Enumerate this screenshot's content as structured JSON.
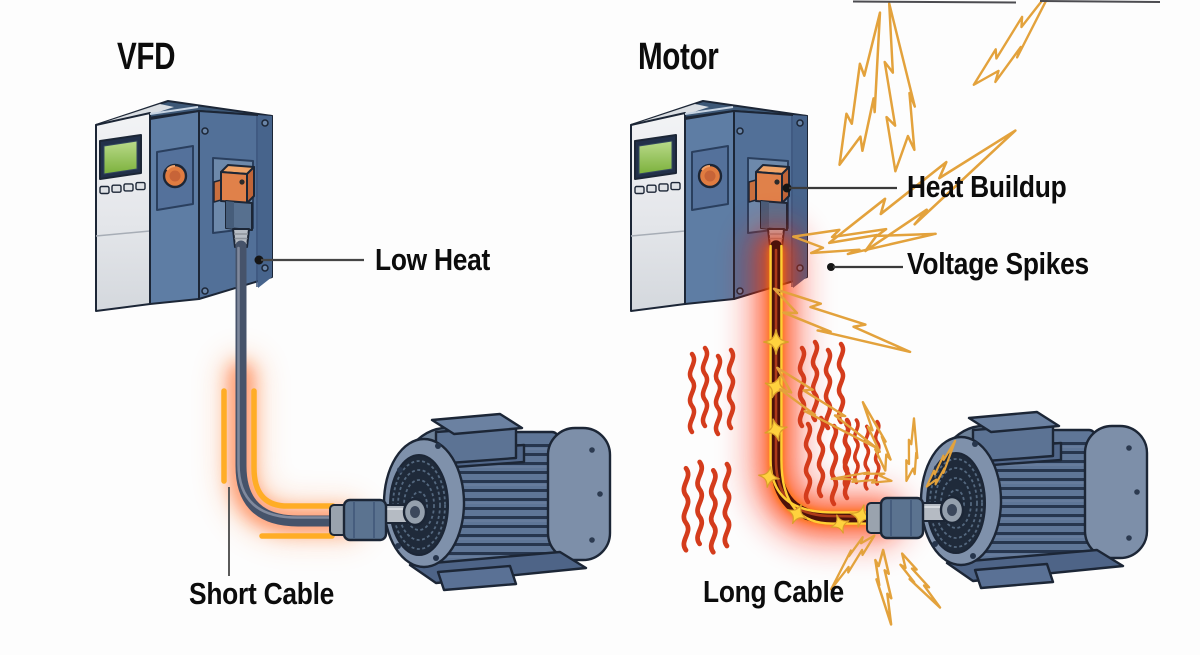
{
  "figure": {
    "background": "#fdfdfd",
    "left_panel": {
      "title": "VFD",
      "callout": "Low Heat",
      "cable_label": "Short Cable"
    },
    "right_panel": {
      "title": "Motor",
      "callouts": [
        "Heat Buildup",
        "Voltage Spikes"
      ],
      "cable_label": "Long Cable"
    },
    "colors": {
      "outline": "#1c2636",
      "device_front_panel": "#e9ebee",
      "device_blue": "#5e7da4",
      "device_side": "#527098",
      "device_top": "#3d5877",
      "screen_green": "#8fbf4a",
      "connector_orange": "#e0814a",
      "motor_body": "#5f7697",
      "cool_cable": "#46536a",
      "hot_cable_core": "#4d120a",
      "warm_glow_yellow": "#ffad26",
      "hot_glow_red": "#ff3c00",
      "lightning_bolt": "#e3a23c",
      "heat_wave_red": "#d43c1c",
      "spark_yellow": "#ffd23e",
      "label_text": "#0c0c0c"
    },
    "icons": {
      "lightning": "lightning-bolt-icon",
      "heat_wave": "heat-wave-icon",
      "spark": "spark-icon"
    }
  }
}
